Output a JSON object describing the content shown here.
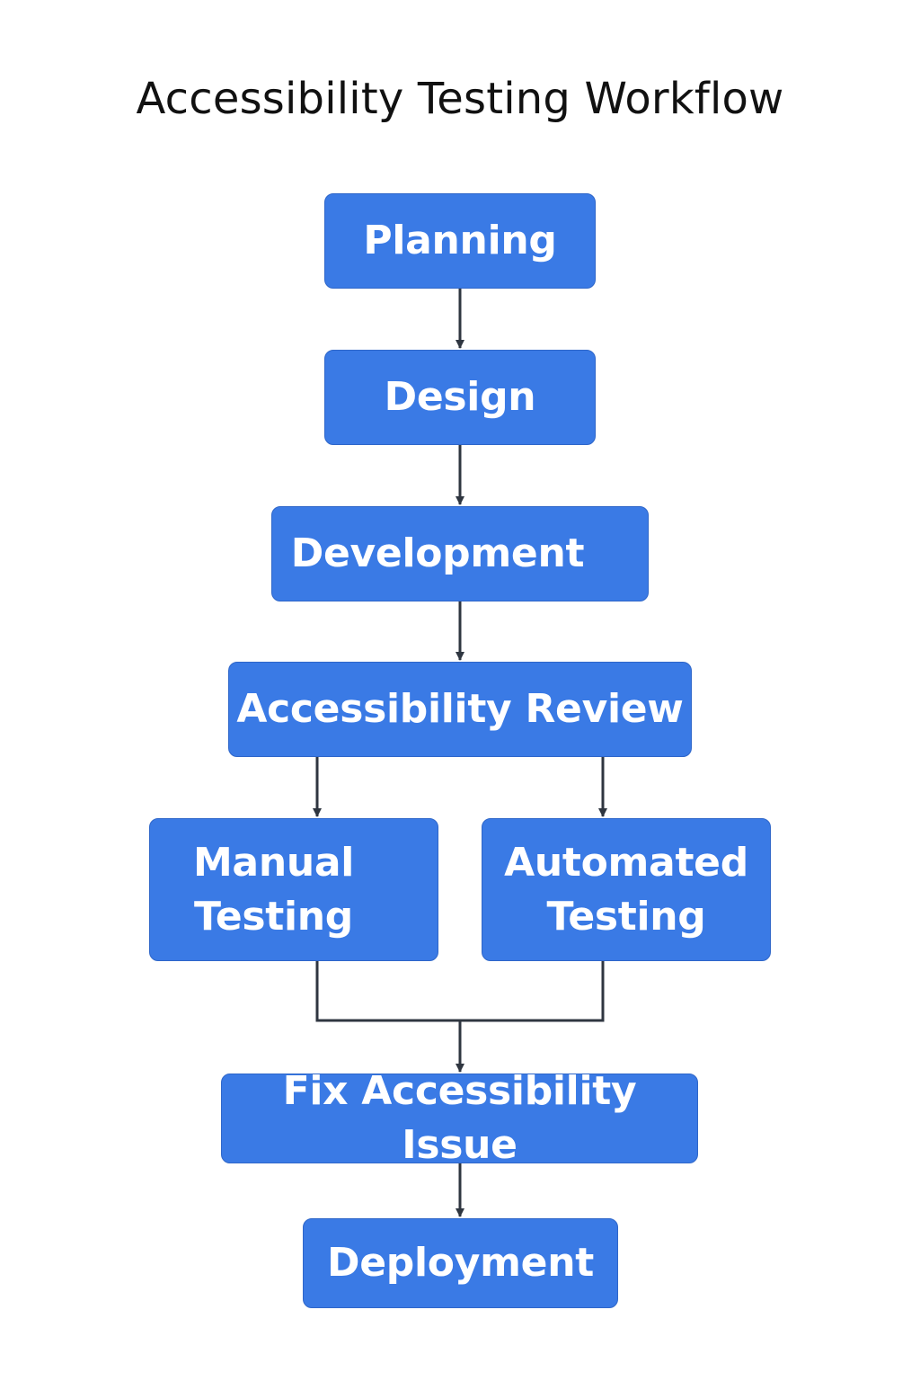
{
  "title": "Accessibility Testing Workflow",
  "colors": {
    "node_fill": "#3a7ae5",
    "node_text": "#ffffff",
    "connector": "#2f3640",
    "title_text": "#111111"
  },
  "nodes": {
    "planning": "Planning",
    "design": "Design",
    "development": "Development",
    "review": "Accessibility Review",
    "manual": "Manual Testing",
    "automated": "Automated Testing",
    "fix": "Fix Accessibility Issue",
    "deploy": "Deployment"
  }
}
